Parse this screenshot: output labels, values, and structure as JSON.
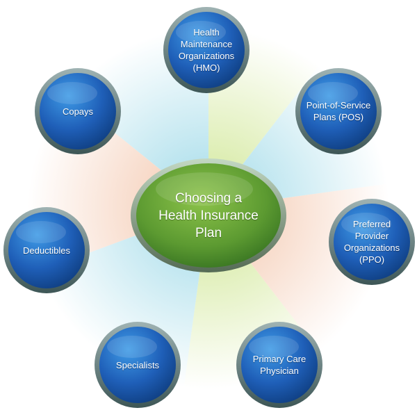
{
  "center": {
    "label": "Choosing a\nHealth Insurance\nPlan"
  },
  "nodes": [
    {
      "id": "hmo",
      "label": "Health\nMaintenance\nOrganizations\n(HMO)"
    },
    {
      "id": "pos",
      "label": "Point-of-Service\nPlans (POS)"
    },
    {
      "id": "ppo",
      "label": "Preferred\nProvider\nOrganizations\n(PPO)"
    },
    {
      "id": "primary-care",
      "label": "Primary Care\nPhysician"
    },
    {
      "id": "specialists",
      "label": "Specialists"
    },
    {
      "id": "deductibles",
      "label": "Deductibles"
    },
    {
      "id": "copays",
      "label": "Copays"
    }
  ],
  "colors": {
    "node_blue": "#1f5fb8",
    "node_dark": "#0d3a7a",
    "ring": "#4d6a6a",
    "center_green": "#6aa63a",
    "center_dark": "#2f6b1e",
    "wedge_blue": "#b7e3ee",
    "wedge_green": "#dcedb0",
    "wedge_peach": "#f6d3bf"
  }
}
